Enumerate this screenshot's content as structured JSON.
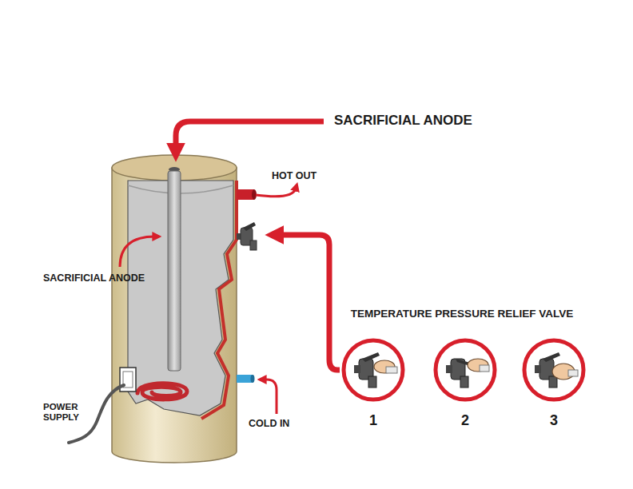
{
  "diagram": {
    "labels": [
      "SACRIFICIAL ANODE",
      "HOT OUT",
      "SACRIFICIAL ANODE",
      "TEMPERATURE PRESSURE RELIEF VALVE",
      "POWER SUPPLY",
      "COLD IN",
      "1",
      "2",
      "3"
    ]
  }
}
